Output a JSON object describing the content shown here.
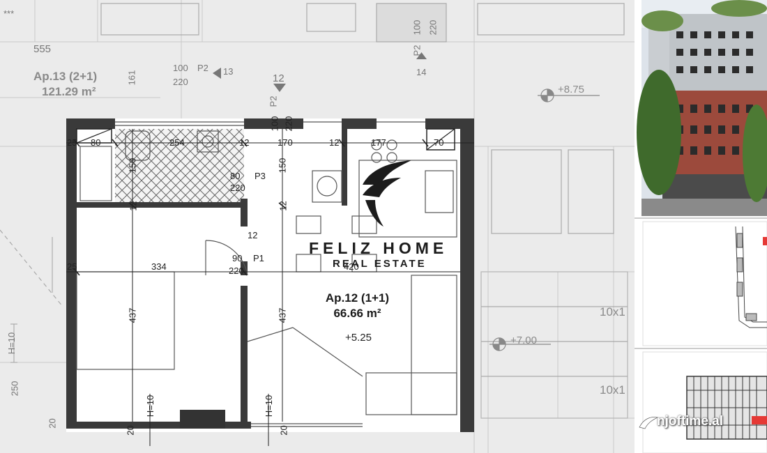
{
  "plan": {
    "unit_main": {
      "name": "Ap.12 (1+1)",
      "area": "66.66 m²",
      "level": "+5.25"
    },
    "unit_neighbor": {
      "name": "Ap.13 (2+1)",
      "area": "121.29 m²",
      "level": "+8.75"
    },
    "other_level": "+7.00",
    "stair_labels": [
      "10x1",
      "10x1"
    ],
    "dimensions": {
      "d555": "555",
      "d161": "161",
      "d25a": "25",
      "d80": "80",
      "d254": "254",
      "d12a": "12",
      "d170": "170",
      "d12b": "12",
      "d177": "177",
      "d70": "70",
      "d150a": "150",
      "d150b": "150",
      "d12c": "12",
      "d12d": "12",
      "d12e": "12",
      "d25b": "25",
      "d334": "334",
      "d420": "420",
      "d437a": "437",
      "d437b": "437",
      "d100a": "100",
      "d220a": "220",
      "d100b": "100",
      "d220b": "220",
      "d100c": "100",
      "d220c": "220",
      "d80b": "80",
      "d220d": "220",
      "d90": "90",
      "d220e": "220",
      "d12f": "12",
      "dH10a": "H=10",
      "dH10b": "H=10",
      "dH10c": "H=10",
      "d20a": "20",
      "d20b": "20",
      "d250": "250",
      "d20c": "20"
    },
    "doors": {
      "p1": "P1",
      "p2a": "P2",
      "p2b": "P2",
      "p2c": "P2",
      "p3": "P3"
    },
    "markers": {
      "m12": "12",
      "m13": "13",
      "m14": "14"
    },
    "stars": "***"
  },
  "logo": {
    "brand": "FELIZ HOME",
    "subtitle": "REAL ESTATE"
  },
  "watermark": {
    "text": "njoftime.al"
  },
  "colors": {
    "wall": "#3a3a3a",
    "background": "#ebebeb",
    "line": "#9a9a9a",
    "accent_red": "#e53935"
  }
}
